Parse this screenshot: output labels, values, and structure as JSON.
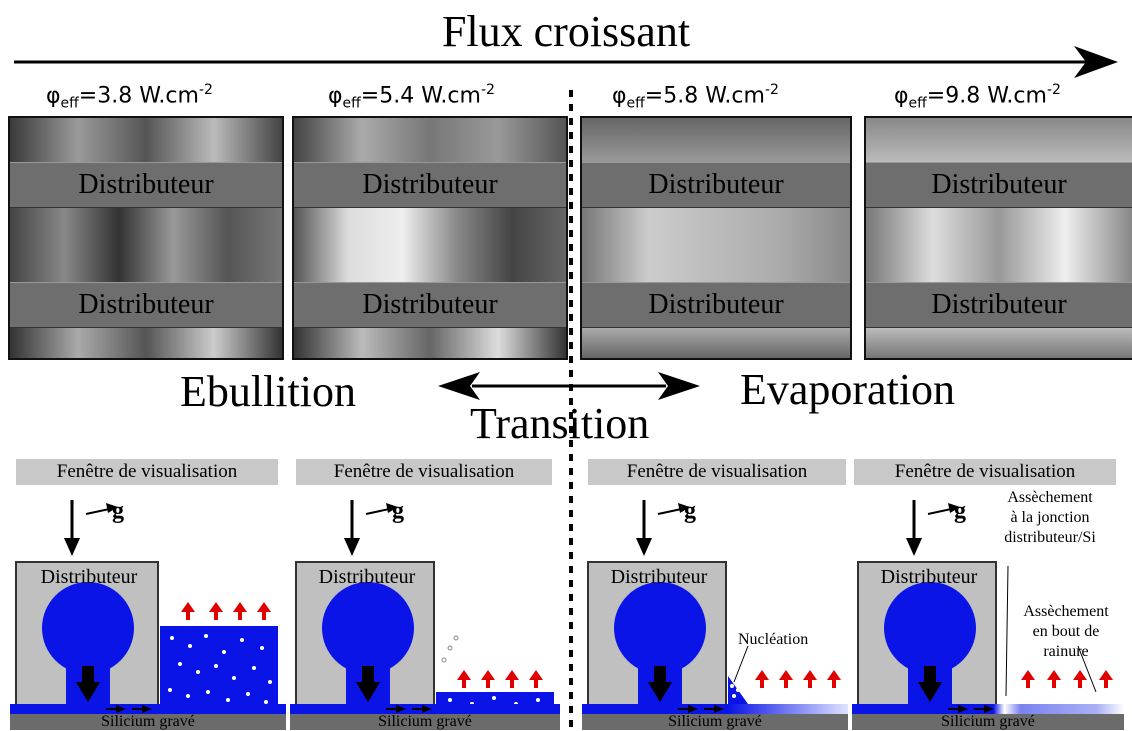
{
  "header": {
    "title": "Flux croissant"
  },
  "flux_labels": [
    {
      "symbol": "φ",
      "sub": "eff",
      "value": "=3.8 W.cm",
      "sup": "-2"
    },
    {
      "symbol": "φ",
      "sub": "eff",
      "value": "=5.4 W.cm",
      "sup": "-2"
    },
    {
      "symbol": "φ",
      "sub": "eff",
      "value": "=5.8 W.cm",
      "sup": "-2"
    },
    {
      "symbol": "φ",
      "sub": "eff",
      "value": "=9.8 W.cm",
      "sup": "-2"
    }
  ],
  "photo_band_label": "Distributeur",
  "regimes": {
    "left": "Ebullition",
    "middle": "Transition",
    "right": "Evaporation"
  },
  "schematic": {
    "window_label": "Fenêtre de visualisation",
    "gravity_label": "g",
    "distributor_label": "Distributeur",
    "substrate_label": "Silicium gravé",
    "nucleation_label": "Nucléation",
    "dryout_junction_label": [
      "Assèchement",
      "à la jonction",
      "distributeur/Si"
    ],
    "dryout_end_label": [
      "Assèchement",
      "en bout de",
      "rainure"
    ]
  },
  "colors": {
    "liquid": "#0a14e6",
    "arrow_red": "#e00000",
    "band": "#6e6e6e"
  }
}
